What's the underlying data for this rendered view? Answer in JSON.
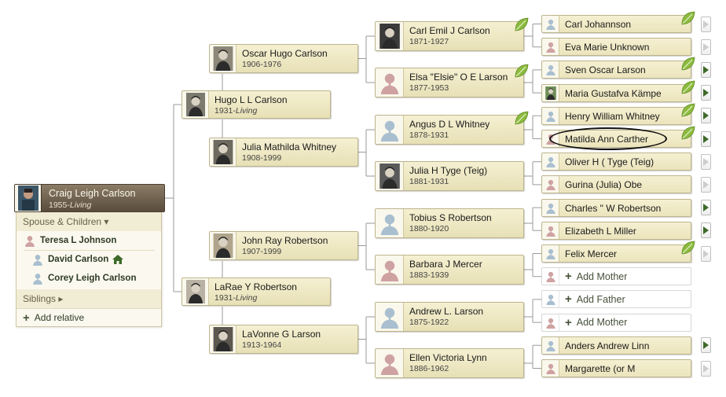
{
  "colors": {
    "male_silhouette": "#a9bfd0",
    "female_silhouette": "#cfa2a2",
    "card_border": "#bdb48c",
    "focus_card": "#6b5d4b",
    "leaf": "#8cbb3f",
    "arrow_active": "#3f6a2a",
    "arrow_inactive": "#c8c8c8",
    "connector": "#9a9a9a"
  },
  "focus": {
    "name": "Craig Leigh Carlson",
    "birth": "1955-",
    "status": "Living",
    "photo_icon": "photo-thumbnail-icon"
  },
  "family_panel": {
    "spouse_header": "Spouse & Children ▾",
    "spouse": {
      "name": "Teresa L Johnson",
      "gender": "female"
    },
    "children": [
      {
        "name": "David Carlson",
        "gender": "male",
        "home_icon": "home-icon"
      },
      {
        "name": "Corey Leigh Carlson",
        "gender": "male"
      }
    ],
    "siblings_header": "Siblings ▸",
    "add_relative": "Add relative"
  },
  "gen1": [
    {
      "name": "Hugo L L Carlson",
      "birth": "1931-",
      "status": "Living",
      "gender": "male",
      "photo": true
    },
    {
      "name": "LaRae Y Robertson",
      "birth": "1931-",
      "status": "Living",
      "gender": "female",
      "photo": true
    }
  ],
  "gen2": [
    {
      "name": "Oscar Hugo Carlson",
      "dates": "1906-1976",
      "gender": "male",
      "photo": true
    },
    {
      "name": "Julia Mathilda Whitney",
      "dates": "1908-1999",
      "gender": "female",
      "photo": true
    },
    {
      "name": "John Ray Robertson",
      "dates": "1907-1999",
      "gender": "male",
      "photo": true
    },
    {
      "name": "LaVonne G Larson",
      "dates": "1913-1964",
      "gender": "female",
      "photo": true
    }
  ],
  "gen3": [
    {
      "name": "Carl Emil J Carlson",
      "dates": "1871-1927",
      "gender": "male",
      "photo": true,
      "hint": true
    },
    {
      "name": "Elsa \"Elsie\" O E Larson",
      "dates": "1877-1953",
      "gender": "female",
      "photo": false,
      "hint": true
    },
    {
      "name": "Angus D L Whitney",
      "dates": "1878-1931",
      "gender": "male",
      "photo": false,
      "hint": true
    },
    {
      "name": "Julia H Tyge (Teig)",
      "dates": "1881-1931",
      "gender": "female",
      "photo": true,
      "hint": false
    },
    {
      "name": "Tobius S Robertson",
      "dates": "1880-1920",
      "gender": "male",
      "photo": false,
      "hint": false
    },
    {
      "name": "Barbara J Mercer",
      "dates": "1883-1939",
      "gender": "female",
      "photo": false,
      "hint": false
    },
    {
      "name": "Andrew L. Larson",
      "dates": "1875-1922",
      "gender": "male",
      "photo": false,
      "hint": false
    },
    {
      "name": "Ellen Victoria Lynn",
      "dates": "1886-1962",
      "gender": "female",
      "photo": false,
      "hint": false
    }
  ],
  "gen4": [
    {
      "name": "Carl Johannson",
      "gender": "male",
      "hint": true,
      "arrow": "inactive"
    },
    {
      "name": "Eva Marie Unknown",
      "gender": "female",
      "hint": false,
      "arrow": "inactive"
    },
    {
      "name": "Sven Oscar Larson",
      "gender": "male",
      "hint": true,
      "arrow": "active"
    },
    {
      "name": "Maria Gustafva Kämpe",
      "gender": "female",
      "hint": true,
      "arrow": "active",
      "photo": true
    },
    {
      "name": "Henry William Whitney",
      "gender": "male",
      "hint": true,
      "arrow": "active"
    },
    {
      "name": "Matilda Ann Carther",
      "gender": "female",
      "hint": true,
      "arrow": "active",
      "highlight": true
    },
    {
      "name": "Oliver H ( Tyge (Teig)",
      "gender": "male",
      "hint": false,
      "arrow": "inactive"
    },
    {
      "name": "Gurina (Julia) Obe",
      "gender": "female",
      "hint": false,
      "arrow": "inactive"
    },
    {
      "name": "Charles \" W Robertson",
      "gender": "male",
      "hint": false,
      "arrow": "active"
    },
    {
      "name": "Elizabeth L Miller",
      "gender": "female",
      "hint": false,
      "arrow": "active"
    },
    {
      "name": "Felix Mercer",
      "gender": "male",
      "hint": true,
      "arrow": "inactive"
    },
    {
      "name": "Add Mother",
      "gender": "female",
      "add": true
    },
    {
      "name": "Add Father",
      "gender": "male",
      "add": true
    },
    {
      "name": "Add Mother",
      "gender": "female",
      "add": true
    },
    {
      "name": "Anders Andrew Linn",
      "gender": "male",
      "hint": false,
      "arrow": "active"
    },
    {
      "name": "Margarette (or M",
      "gender": "female",
      "hint": false,
      "arrow": "inactive"
    }
  ]
}
